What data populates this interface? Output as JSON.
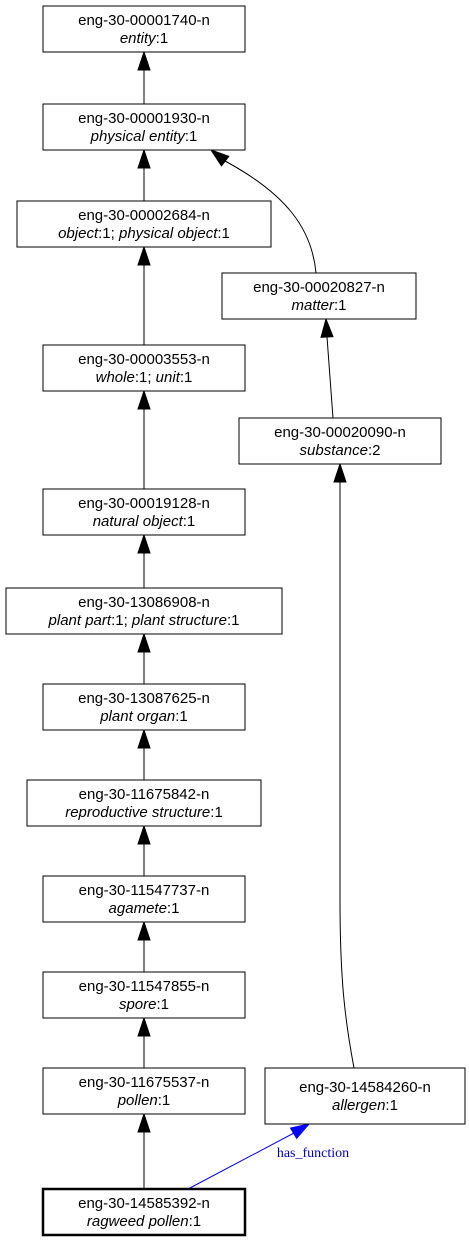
{
  "colors": {
    "hypernym_edge": "#000000",
    "relation_edge": "#0000ff",
    "relation_label": "#0000cc",
    "node_border": "#000000",
    "background": "#ffffff"
  },
  "nodes": [
    {
      "key": "entity",
      "id": "eng-30-00001740-n",
      "lemmas": [
        {
          "word": "entity",
          "sense": ":1"
        }
      ],
      "focus": false
    },
    {
      "key": "physical_entity",
      "id": "eng-30-00001930-n",
      "lemmas": [
        {
          "word": "physical entity",
          "sense": ":1"
        }
      ],
      "focus": false
    },
    {
      "key": "object",
      "id": "eng-30-00002684-n",
      "lemmas": [
        {
          "word": "object",
          "sense": ":1; "
        },
        {
          "word": "physical object",
          "sense": ":1"
        }
      ],
      "focus": false
    },
    {
      "key": "matter",
      "id": "eng-30-00020827-n",
      "lemmas": [
        {
          "word": "matter",
          "sense": ":1"
        }
      ],
      "focus": false
    },
    {
      "key": "whole",
      "id": "eng-30-00003553-n",
      "lemmas": [
        {
          "word": "whole",
          "sense": ":1; "
        },
        {
          "word": "unit",
          "sense": ":1"
        }
      ],
      "focus": false
    },
    {
      "key": "substance",
      "id": "eng-30-00020090-n",
      "lemmas": [
        {
          "word": "substance",
          "sense": ":2"
        }
      ],
      "focus": false
    },
    {
      "key": "natural_object",
      "id": "eng-30-00019128-n",
      "lemmas": [
        {
          "word": "natural object",
          "sense": ":1"
        }
      ],
      "focus": false
    },
    {
      "key": "plant_part",
      "id": "eng-30-13086908-n",
      "lemmas": [
        {
          "word": "plant part",
          "sense": ":1; "
        },
        {
          "word": "plant structure",
          "sense": ":1"
        }
      ],
      "focus": false
    },
    {
      "key": "plant_organ",
      "id": "eng-30-13087625-n",
      "lemmas": [
        {
          "word": "plant organ",
          "sense": ":1"
        }
      ],
      "focus": false
    },
    {
      "key": "reproductive_structure",
      "id": "eng-30-11675842-n",
      "lemmas": [
        {
          "word": "reproductive structure",
          "sense": ":1"
        }
      ],
      "focus": false
    },
    {
      "key": "agamete",
      "id": "eng-30-11547737-n",
      "lemmas": [
        {
          "word": "agamete",
          "sense": ":1"
        }
      ],
      "focus": false
    },
    {
      "key": "spore",
      "id": "eng-30-11547855-n",
      "lemmas": [
        {
          "word": "spore",
          "sense": ":1"
        }
      ],
      "focus": false
    },
    {
      "key": "pollen",
      "id": "eng-30-11675537-n",
      "lemmas": [
        {
          "word": "pollen",
          "sense": ":1"
        }
      ],
      "focus": false
    },
    {
      "key": "allergen",
      "id": "eng-30-14584260-n",
      "lemmas": [
        {
          "word": "allergen",
          "sense": ":1"
        }
      ],
      "focus": false
    },
    {
      "key": "ragweed_pollen",
      "id": "eng-30-14585392-n",
      "lemmas": [
        {
          "word": "ragweed pollen",
          "sense": ":1"
        }
      ],
      "focus": true
    }
  ],
  "edges": [
    {
      "from": "physical_entity",
      "to": "entity",
      "type": "hypernym",
      "label": ""
    },
    {
      "from": "object",
      "to": "physical_entity",
      "type": "hypernym",
      "label": ""
    },
    {
      "from": "matter",
      "to": "physical_entity",
      "type": "hypernym",
      "label": ""
    },
    {
      "from": "whole",
      "to": "object",
      "type": "hypernym",
      "label": ""
    },
    {
      "from": "substance",
      "to": "matter",
      "type": "hypernym",
      "label": ""
    },
    {
      "from": "natural_object",
      "to": "whole",
      "type": "hypernym",
      "label": ""
    },
    {
      "from": "plant_part",
      "to": "natural_object",
      "type": "hypernym",
      "label": ""
    },
    {
      "from": "plant_organ",
      "to": "plant_part",
      "type": "hypernym",
      "label": ""
    },
    {
      "from": "reproductive_structure",
      "to": "plant_organ",
      "type": "hypernym",
      "label": ""
    },
    {
      "from": "agamete",
      "to": "reproductive_structure",
      "type": "hypernym",
      "label": ""
    },
    {
      "from": "spore",
      "to": "agamete",
      "type": "hypernym",
      "label": ""
    },
    {
      "from": "pollen",
      "to": "spore",
      "type": "hypernym",
      "label": ""
    },
    {
      "from": "allergen",
      "to": "substance",
      "type": "hypernym",
      "label": ""
    },
    {
      "from": "ragweed_pollen",
      "to": "pollen",
      "type": "hypernym",
      "label": ""
    },
    {
      "from": "ragweed_pollen",
      "to": "allergen",
      "type": "relation",
      "label": "has_function"
    }
  ]
}
